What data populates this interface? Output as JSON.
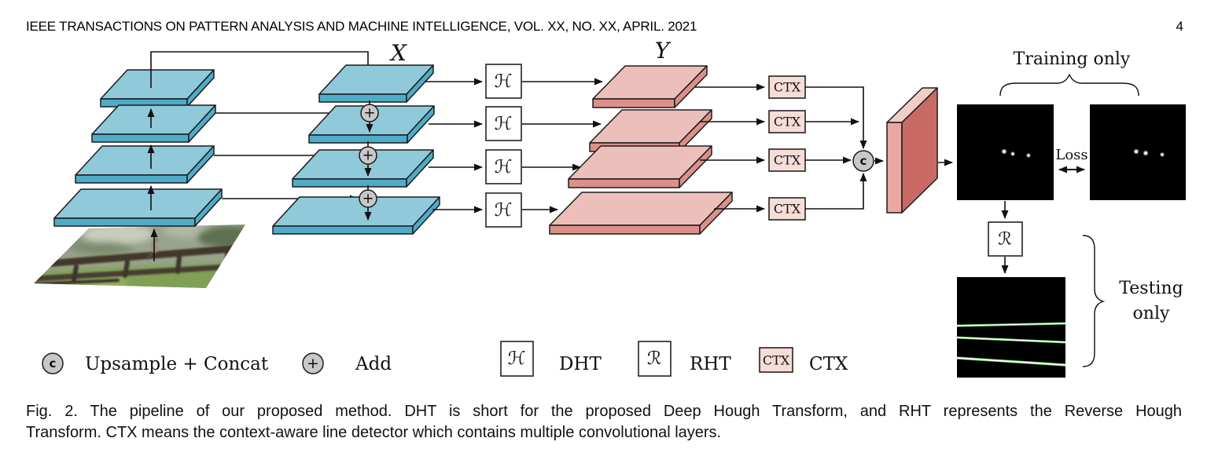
{
  "header": {
    "journal": "IEEE TRANSACTIONS ON PATTERN ANALYSIS AND MACHINE INTELLIGENCE, VOL. XX, NO. XX, APRIL. 2021",
    "page_number": "4"
  },
  "figure": {
    "stack_labels": {
      "x": "X",
      "y": "Y"
    },
    "annotations": {
      "training_only": "Training only",
      "loss": "Loss",
      "testing_line1": "Testing",
      "testing_line2": "only"
    },
    "symbols": {
      "dht": "ℋ",
      "rht": "ℛ",
      "ctx": "CTX",
      "concat": "c",
      "add": "+"
    },
    "legend": {
      "concat_label": "Upsample + Concat",
      "add_label": "Add",
      "dht_label": "DHT",
      "rht_label": "RHT",
      "ctx_label": "CTX"
    }
  },
  "caption": {
    "line1": "Fig. 2.  The pipeline of our proposed method. DHT is short for the proposed Deep Hough Transform, and RHT represents the Reverse Hough",
    "line2": "Transform. CTX means the context-aware line detector which contains multiple convolutional layers."
  },
  "colors": {
    "blue-top": "#90C9DA",
    "blue-face": "#4FACC8",
    "pink-top": "#ECBFBA",
    "pink-face": "#DC9089",
    "red-front": "#E9A8A2",
    "red-side": "#C96A64",
    "red-top": "#F2CCC7",
    "ctx-fill": "#F7DDD7",
    "op-circle-fill": "#C8C8C8",
    "detected-line-green": "#58C758"
  }
}
